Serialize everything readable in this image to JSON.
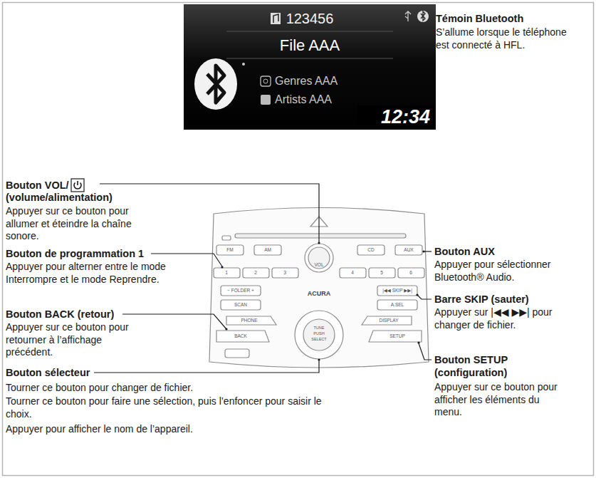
{
  "diagram": {
    "nodes": [
      {
        "text": [
          "123456",
          "File AAA",
          "Genres AAA",
          "Artists AAA",
          "12:34"
        ]
      }
    ],
    "labels": [
      "Témoin Bluetooth",
      "S’allume lorsque le téléphone est connecté à HFL.",
      "Bouton VOL/",
      "(volume/alimentation)",
      "Appuyer sur ce bouton pour allumer et éteindre la chaîne sonore.",
      "Bouton de programmation 1",
      "Appuyer pour alterner entre le mode Interrompre et le mode Reprendre.",
      "Bouton BACK (retour)",
      "Appuyer sur ce bouton pour retourner à l’affichage précédent.",
      "Bouton sélecteur",
      "Tourner ce bouton pour changer de fichier.",
      "Tourner ce bouton pour faire une sélection, puis l’enfoncer pour saisir le choix.",
      "Appuyer pour afficher le nom de l’appareil.",
      "Bouton AUX",
      "Appuyer pour sélectionner Bluetooth® Audio.",
      "Barre SKIP (sauter)",
      "Appuyer sur |◀◀  ▶▶| pour changer de fichier.",
      "Bouton SETUP (configuration)",
      "Appuyer sur ce bouton pour afficher les éléments du menu.",
      "FM",
      "AM",
      "VOL",
      "CD",
      "AUX",
      "1",
      "2",
      "3",
      "4",
      "5",
      "6",
      "− FOLDER +",
      "SCAN",
      "ACURA",
      "|◀◀ SKIP ▶▶|",
      "A.SEL",
      "PHONE",
      "DISPLAY",
      "BACK",
      "SETUP",
      "TUNE",
      "PUSH",
      "SELECT"
    ]
  }
}
